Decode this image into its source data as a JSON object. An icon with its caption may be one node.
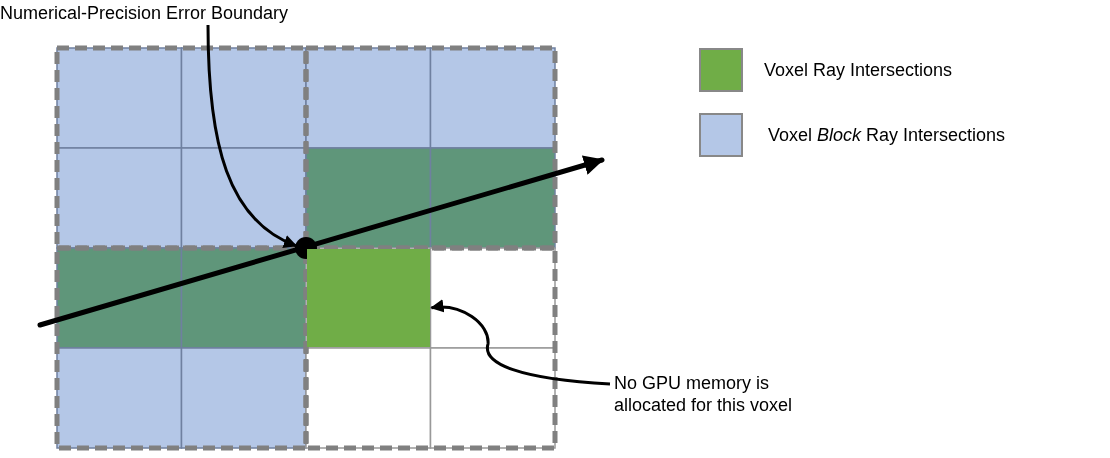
{
  "diagram": {
    "nodes": [
      {
        "text": [
          "Numerical-Precision Error Boundary"
        ]
      },
      {
        "text": [],
        "shape": "circle"
      },
      {
        "text": [],
        "shape": "box"
      },
      {
        "text": [
          "No GPU memory is allocated for this voxel"
        ]
      }
    ],
    "edges": [
      {
        "from": 0,
        "to": 1,
        "arrow": "to"
      },
      {
        "from": 3,
        "to": 2,
        "arrow": "to"
      }
    ],
    "legend": [
      {
        "text": "Voxel Ray Intersections",
        "color": "#70ad47"
      },
      {
        "text": "Voxel *Block* Ray Intersections",
        "color": "#b4c7e7"
      }
    ]
  }
}
